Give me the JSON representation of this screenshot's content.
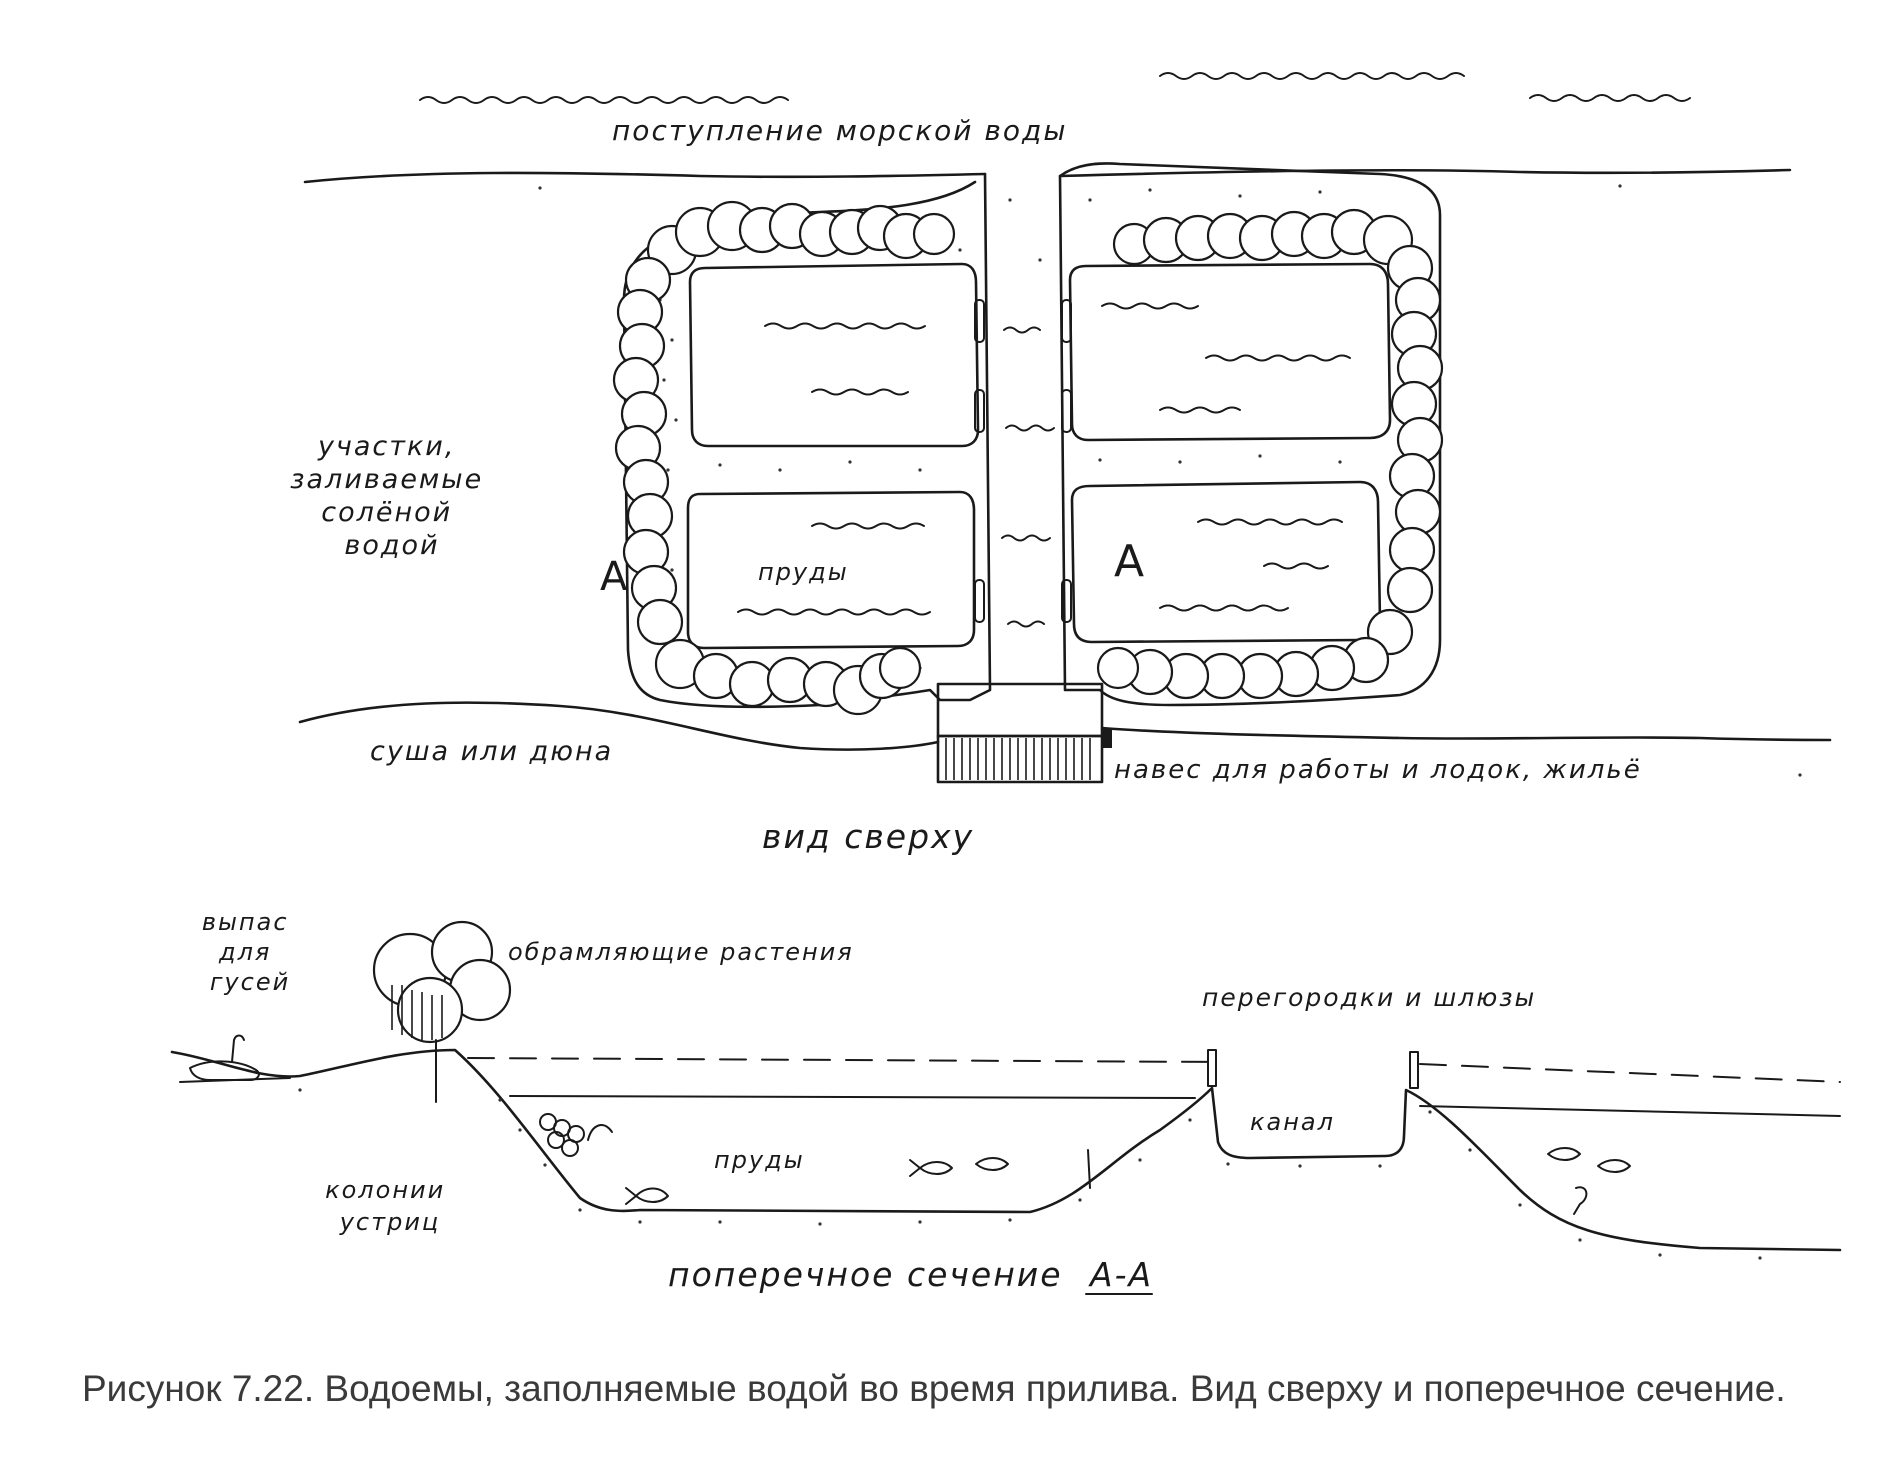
{
  "top_view": {
    "sea_inflow": "поступление морской воды",
    "flooded_areas": [
      "участки,",
      "заливаемые",
      "солёной",
      "водой"
    ],
    "section_mark_left": "А",
    "section_mark_right": "А",
    "ponds": "пруды",
    "land_or_dune": "суша или дюна",
    "shed": "навес для работы и лодок, жильё",
    "view_title": "вид сверху"
  },
  "cross_section": {
    "goose_grazing": [
      "выпас",
      "для",
      "гусей"
    ],
    "border_plants": "обрамляющие растения",
    "partitions_locks": "перегородки и шлюзы",
    "channel": "канал",
    "ponds": "пруды",
    "oyster_colonies": [
      "колонии",
      "устриц"
    ],
    "title": "поперечное сечение",
    "title_mark": "А-А"
  },
  "caption": "Рисунок 7.22. Водоемы, заполняемые водой во время прилива.  Вид сверху и поперечное сечение.",
  "colors": {
    "ink": "#1a1a1a",
    "caption": "#3a3a3a",
    "background": "#ffffff"
  }
}
